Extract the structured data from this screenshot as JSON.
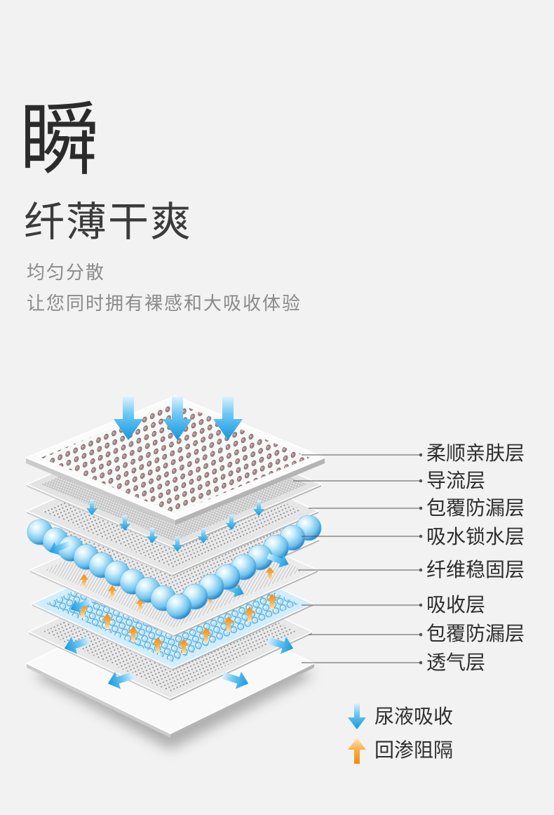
{
  "headline": {
    "char": "瞬",
    "title": "纤薄干爽",
    "sub1": "均匀分散",
    "sub2": "让您同时拥有裸感和大吸收体验"
  },
  "layers": [
    "柔顺亲肤层",
    "导流层",
    "包覆防漏层",
    "吸水锁水层",
    "纤维稳固层",
    "吸收层",
    "包覆防漏层",
    "透气层"
  ],
  "legend": [
    {
      "icon": "blue-down-arrow-icon",
      "label": "尿液吸收",
      "color": "#1aa3e6"
    },
    {
      "icon": "orange-up-arrow-icon",
      "label": "回渗阻隔",
      "color": "#f59a1e"
    }
  ],
  "colors": {
    "background": "#f2f2f2",
    "absorb_arrow": "#1aa3e6",
    "block_arrow": "#f59a1e",
    "bubble": "#3a9fdc"
  }
}
